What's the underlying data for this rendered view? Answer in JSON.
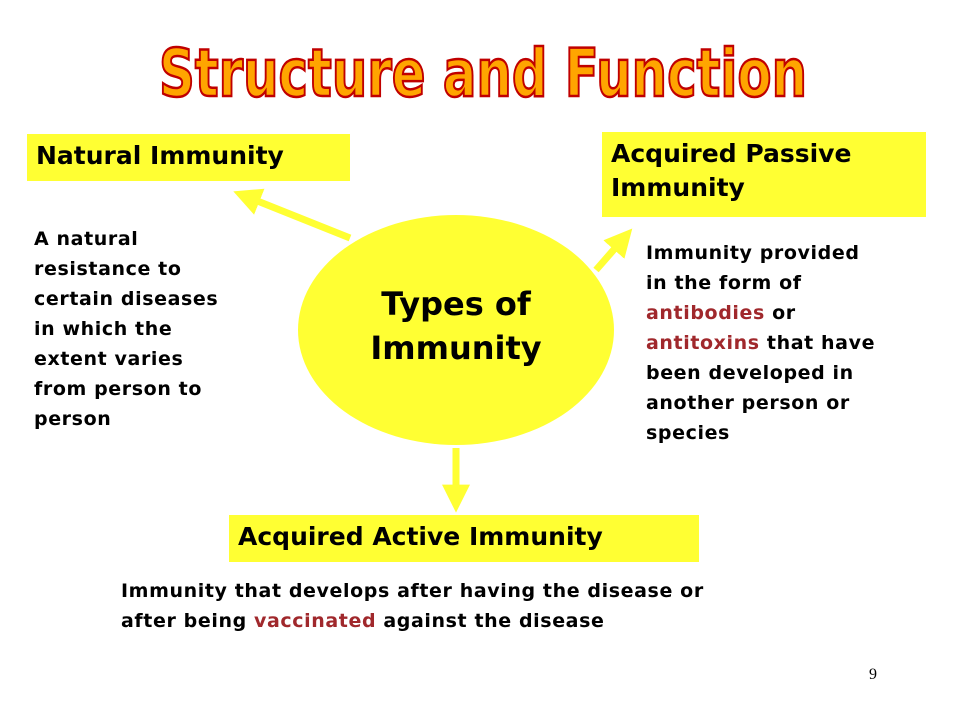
{
  "title": "Structure and Function",
  "center": {
    "line1": "Types of",
    "line2": "Immunity"
  },
  "natural": {
    "label": "Natural Immunity",
    "description": [
      "A natural",
      "resistance to",
      "certain diseases",
      "in which the",
      "extent varies",
      "from person to",
      "person"
    ]
  },
  "passive": {
    "label_line1": "Acquired Passive",
    "label_line2": "Immunity",
    "desc1": "Immunity provided",
    "desc2": "in the form of",
    "desc3_highlight": "antibodies",
    "desc3_rest": " or",
    "desc4_highlight": "antitoxins",
    "desc4_rest": " that have",
    "desc5": "been developed in",
    "desc6": "another person or",
    "desc7": "species"
  },
  "active": {
    "label": "Acquired Active Immunity",
    "desc1": "Immunity that develops after having the disease or",
    "desc2_start": "after being ",
    "desc2_highlight": "vaccinated",
    "desc2_end": " against the disease"
  },
  "page_number": "9",
  "colors": {
    "box_fill": "#ffff33",
    "ellipse_fill": "#ffff33",
    "arrow": "#ffff33",
    "title_fill": "#ffa500",
    "title_outline": "#c00000",
    "highlight": "#a0282c"
  }
}
